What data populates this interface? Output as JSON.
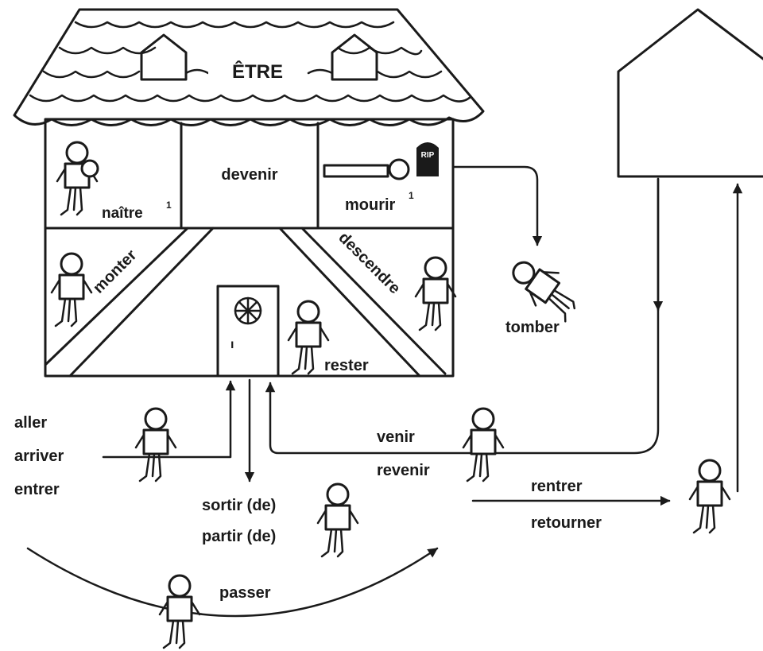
{
  "house": {
    "title": "ÊTRE"
  },
  "rooms": {
    "naitre": "naître",
    "naitre_note": "1",
    "devenir": "devenir",
    "mourir": "mourir",
    "mourir_note": "1",
    "tombstone": "RIP"
  },
  "stairs": {
    "monter": "monter",
    "descendre": "descendre"
  },
  "inside": {
    "rester": "rester",
    "door_mark": "ı"
  },
  "outside": {
    "tomber": "tomber",
    "aller": "aller",
    "arriver": "arriver",
    "entrer": "entrer",
    "venir": "venir",
    "revenir": "revenir",
    "sortir": "sortir (de)",
    "partir": "partir (de)",
    "rentrer": "rentrer",
    "retourner": "retourner",
    "passer": "passer"
  }
}
